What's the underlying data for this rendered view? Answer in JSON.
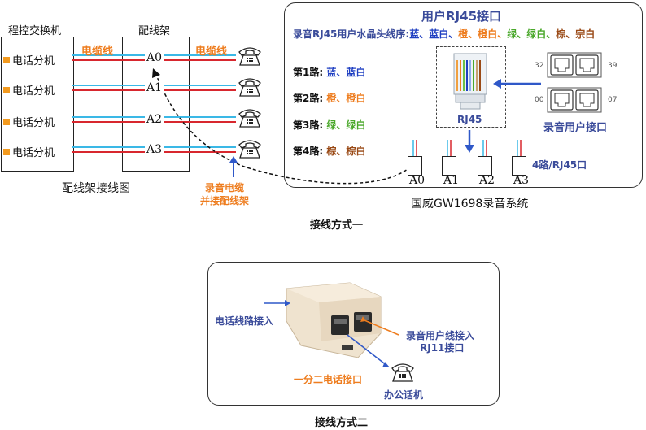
{
  "top": {
    "pbx_title": "程控交换机",
    "frame_title": "配线架",
    "extension_label": "电话分机",
    "cable_label": "电缆线",
    "ports": [
      "A0",
      "A1",
      "A2",
      "A3"
    ],
    "caption": "配线架接线图",
    "recording_cable": "录音电缆\n并接配线架",
    "recording_cable_lines": [
      "录音电缆",
      "并接配线架"
    ],
    "system": {
      "title": "用户RJ45接口",
      "sequence_label": "录音RJ45用户水晶头线序:",
      "sequence_colors": [
        {
          "text": "蓝、蓝白、",
          "color": "#1f3fc2"
        },
        {
          "text": "橙、橙白、",
          "color": "#ee7d1f"
        },
        {
          "text": "绿、绿白、",
          "color": "#4aa82b"
        },
        {
          "text": "棕、宗白",
          "color": "#9a4a16"
        }
      ],
      "routes": [
        {
          "name": "第1路:",
          "colors": "蓝、蓝白",
          "color": "#1f3fc2"
        },
        {
          "name": "第2路:",
          "colors": "橙、橙白",
          "color": "#ee7d1f"
        },
        {
          "name": "第3路:",
          "colors": "绿、绿白",
          "color": "#4aa82b"
        },
        {
          "name": "第4路:",
          "colors": "棕、棕白",
          "color": "#9a4a16"
        }
      ],
      "rj45_label": "RJ45",
      "user_port_label": "录音用户接口",
      "port_numbers": [
        "32",
        "39",
        "00",
        "07"
      ],
      "four_way_label": "4路/RJ45口",
      "caption": "国威GW1698录音系统"
    },
    "method_caption": "接线方式一"
  },
  "bottom": {
    "line_in": "电话线路接入",
    "recording_line": "录音用户线接入",
    "rj11": "RJ11接口",
    "splitter": "一分二电话接口",
    "office_phone": "办公话机",
    "method_caption": "接线方式二"
  },
  "colors": {
    "cable_blue": "#3ab8e6",
    "cable_red": "#d8272e",
    "accent_orange": "#ee7d1f",
    "accent_blue": "#2f58c8"
  }
}
